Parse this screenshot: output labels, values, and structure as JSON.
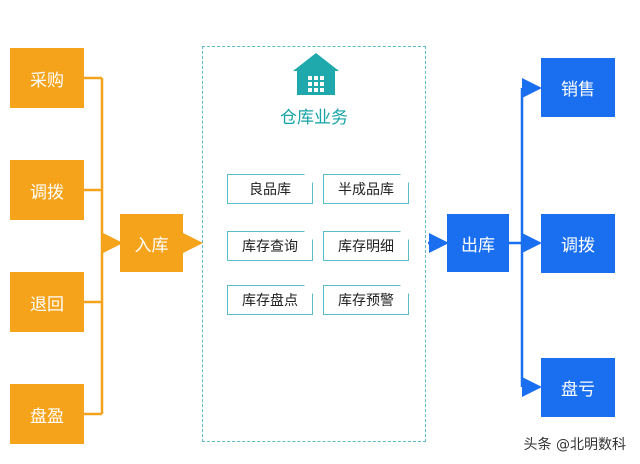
{
  "sources": [
    "采购",
    "调拨",
    "退回",
    "盘盈"
  ],
  "inbound": "入库",
  "warehouse": {
    "title": "仓库业务",
    "items": [
      "良品库",
      "半成品库",
      "库存查询",
      "库存明细",
      "库存盘点",
      "库存预警"
    ]
  },
  "outbound": "出库",
  "targets": [
    "销售",
    "调拨",
    "盘亏"
  ],
  "watermark": "头条 @北明数科",
  "colors": {
    "orange": "#f5a31a",
    "blue": "#1a6ff0",
    "teal": "#16a3a8"
  },
  "icons": [
    "warehouse-icon"
  ]
}
